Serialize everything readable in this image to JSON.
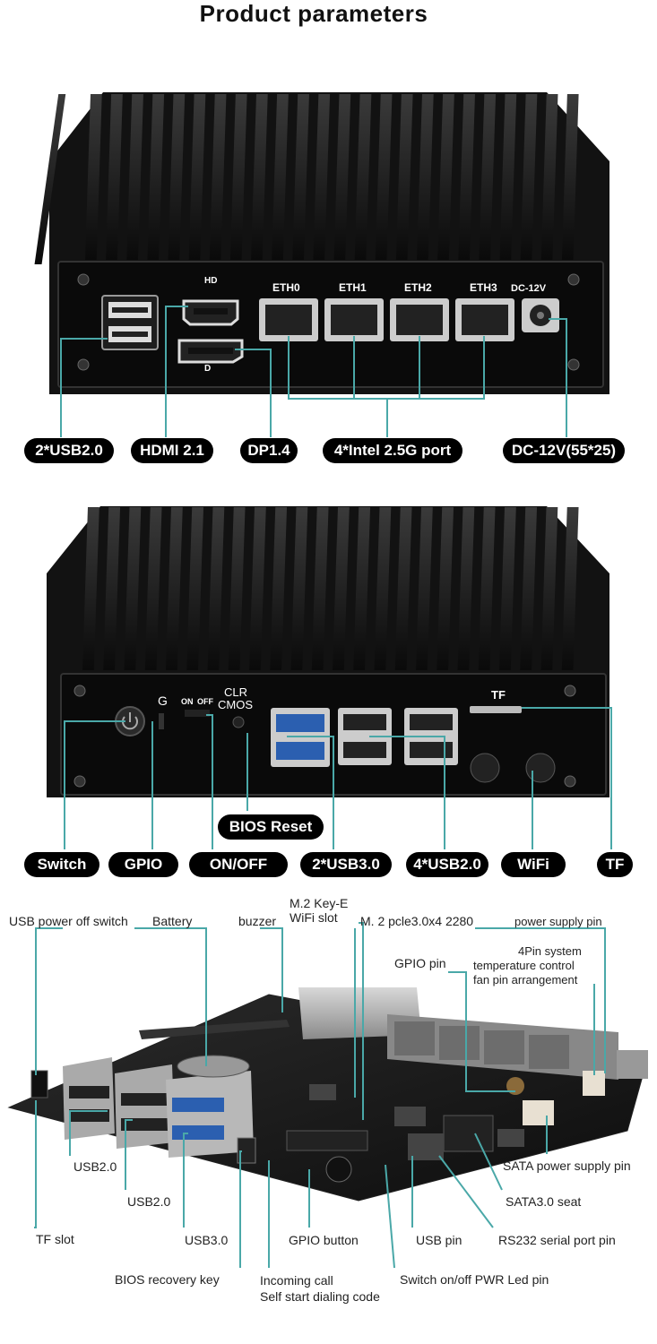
{
  "title": "Product parameters",
  "front": {
    "panel_labels": {
      "eth0": "ETH0",
      "eth1": "ETH1",
      "eth2": "ETH2",
      "eth3": "ETH3",
      "dc": "DC-12V",
      "dp_mark": "D",
      "hd_mark": "HD"
    },
    "callouts": [
      "2*USB2.0",
      "HDMI 2.1",
      "DP1.4",
      "4*Intel 2.5G port",
      "DC-12V(55*25)"
    ]
  },
  "back": {
    "panel_labels": {
      "g": "G",
      "on": "ON",
      "off": "OFF",
      "clr1": "CLR",
      "clr2": "CMOS",
      "tf": "TF"
    },
    "callouts": [
      "BIOS Reset",
      "Switch",
      "GPIO",
      "ON/OFF",
      "2*USB3.0",
      "4*USB2.0",
      "WiFi",
      "TF"
    ]
  },
  "board": {
    "labels": {
      "usb_power_off_switch": "USB power off switch",
      "battery": "Battery",
      "buzzer": "buzzer",
      "m2_keye_1": "M.2 Key-E",
      "m2_keye_2": "WiFi slot",
      "m2_pcie": "M. 2 pcle3.0x4 2280",
      "power_supply_pin": "power supply pin",
      "fan_1": "4Pin system",
      "fan_2": "temperature control",
      "fan_3": "fan pin arrangement",
      "gpio_pin": "GPIO pin",
      "usb20_a": "USB2.0",
      "usb20_b": "USB2.0",
      "sata_power": "SATA power supply pin",
      "sata30": "SATA3.0 seat",
      "tf_slot": "TF slot",
      "usb30": "USB3.0",
      "gpio_button": "GPIO button",
      "usb_pin": "USB pin",
      "rs232": "RS232 serial port pin",
      "bios_recovery": "BIOS recovery key",
      "incoming_1": "Incoming call",
      "incoming_2": "Self start dialing code",
      "switch_pwr": "Switch on/off PWR Led pin"
    }
  },
  "colors": {
    "callout_bg": "#000000",
    "leader": "#4aa8a8",
    "chassis": "#151515",
    "panel": "#0c0c0c"
  }
}
